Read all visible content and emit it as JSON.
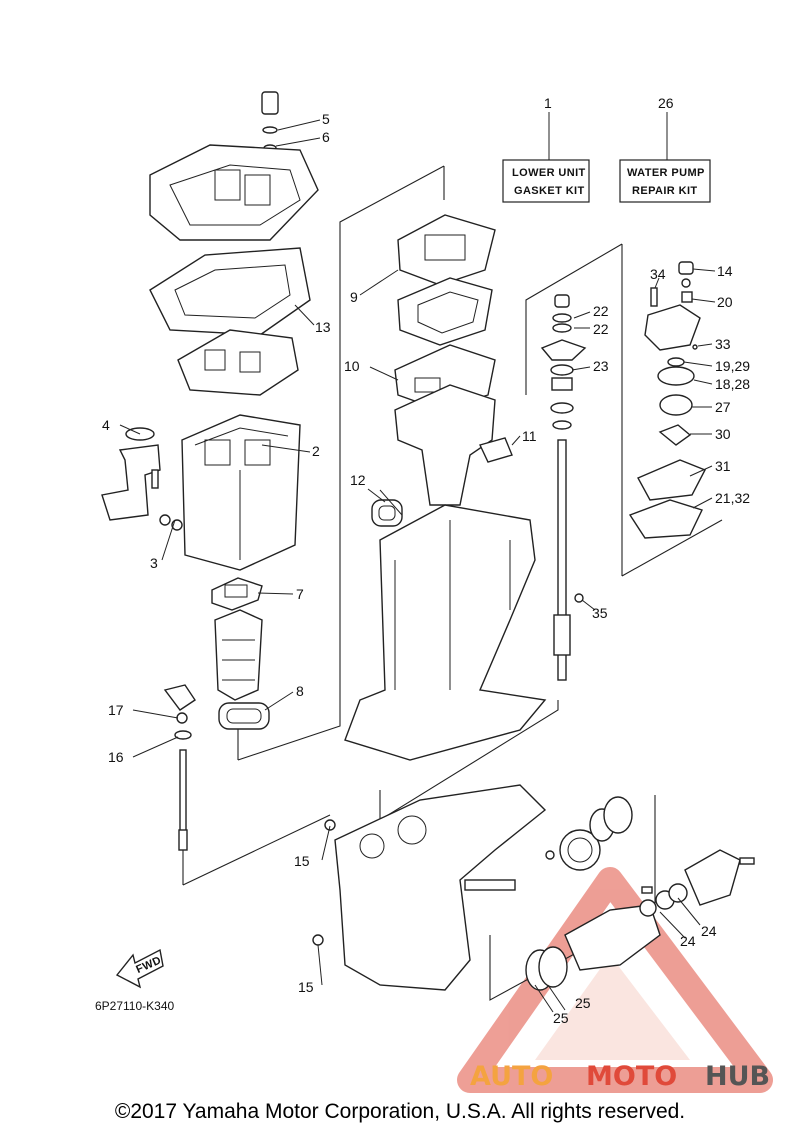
{
  "diagram_code": "6P27110-K340",
  "copyright": "©2017 Yamaha Motor Corporation, U.S.A. All rights reserved.",
  "kits": [
    {
      "number": "1",
      "line1": "LOWER UNIT",
      "line2": "GASKET KIT"
    },
    {
      "number": "26",
      "line1": "WATER PUMP",
      "line2": "REPAIR KIT"
    }
  ],
  "callouts": {
    "c2": "2",
    "c3": "3",
    "c4": "4",
    "c5": "5",
    "c6": "6",
    "c7": "7",
    "c8": "8",
    "c9": "9",
    "c10": "10",
    "c11": "11",
    "c12": "12",
    "c13": "13",
    "c14": "14",
    "c15a": "15",
    "c15b": "15",
    "c16": "16",
    "c17": "17",
    "c1929": "19,29",
    "c1828": "18,28",
    "c20": "20",
    "c2132": "21,32",
    "c22a": "22",
    "c22b": "22",
    "c23": "23",
    "c24a": "24",
    "c24b": "24",
    "c25a": "25",
    "c25b": "25",
    "c27": "27",
    "c30": "30",
    "c31": "31",
    "c33": "33",
    "c34": "34",
    "c35": "35"
  },
  "fwd_label": "FWD",
  "watermark": {
    "part1": "AUTO",
    "part2": "MOTO",
    "part3": "HUB",
    "color1": "#f4a340",
    "color2": "#e04a3a",
    "color3": "#555555"
  }
}
